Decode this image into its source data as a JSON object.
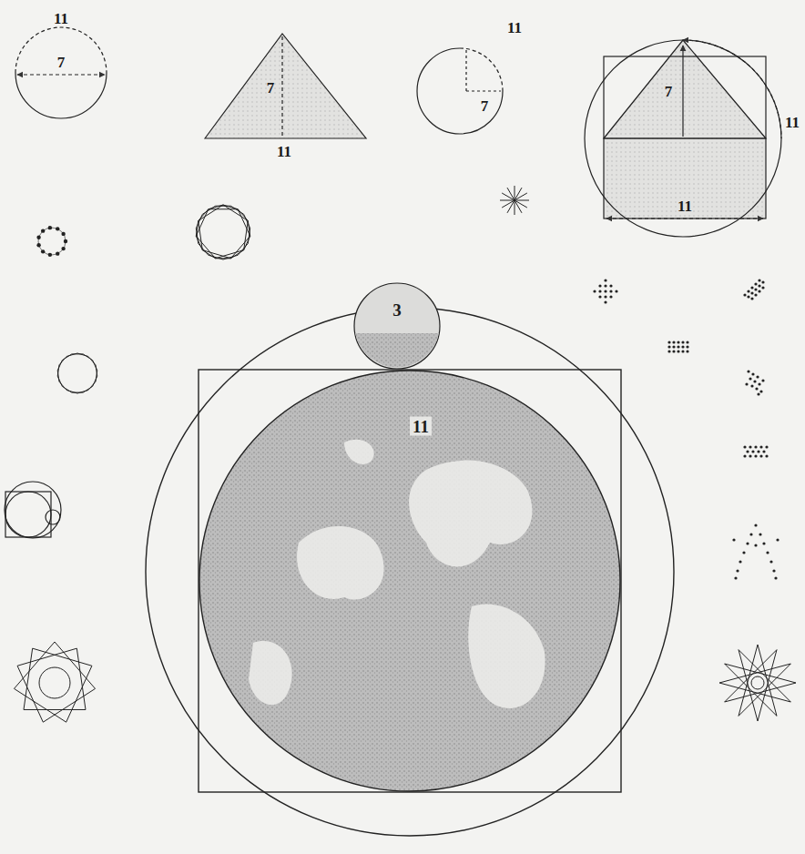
{
  "diagram": {
    "nodes": [
      {
        "text": [
          "3"
        ]
      },
      {
        "text": [
          "11"
        ]
      }
    ],
    "labels": [
      "11",
      "7",
      "7",
      "11",
      "11",
      "7",
      "7",
      "11",
      "11"
    ]
  }
}
